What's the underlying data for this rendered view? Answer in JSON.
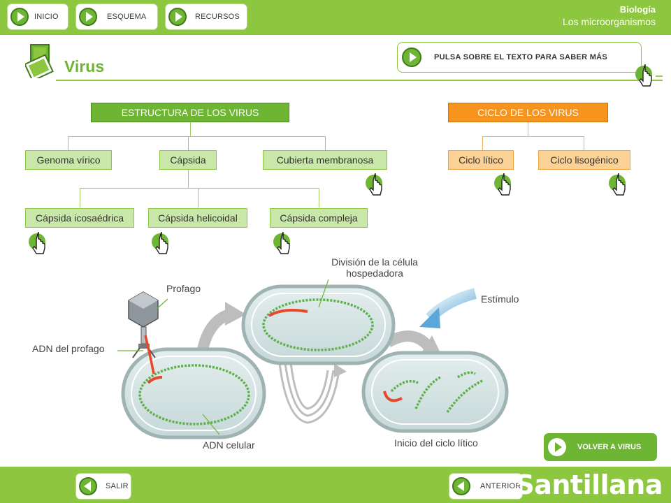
{
  "nav": {
    "inicio": "INICIO",
    "esquema": "ESQUEMA",
    "recursos": "RECURSOS"
  },
  "subject": {
    "line1": "Biología",
    "line2": "Los microorganismos"
  },
  "page": {
    "title": "Virus",
    "hint": "PULSA SOBRE EL TEXTO PARA SABER MÁS"
  },
  "structure": {
    "head": "ESTRUCTURA DE LOS VIRUS",
    "genoma": "Genoma vírico",
    "capsida": "Cápsida",
    "cubierta": "Cubierta membranosa",
    "icosaedrica": "Cápsida icosaédrica",
    "helicoidal": "Cápsida helicoidal",
    "compleja": "Cápsida compleja"
  },
  "cycle": {
    "head": "CICLO DE LOS VIRUS",
    "litico": "Ciclo lítico",
    "lisogenico": "Ciclo lisogénico"
  },
  "illustration": {
    "profago": "Profago",
    "adn_profago": "ADN del profago",
    "division_1": "División de la célula",
    "division_2": "hospedadora",
    "estimulo": "Estímulo",
    "adn_celular": "ADN celular",
    "inicio_litico": "Inicio del ciclo lítico"
  },
  "footer": {
    "volver": "VOLVER A VIRUS",
    "salir": "SALIR",
    "anterior": "ANTERIOR",
    "brand": "Santillana"
  },
  "colors": {
    "green": "#8dc63f",
    "dark_green": "#6eb534",
    "orange": "#f7941d"
  }
}
